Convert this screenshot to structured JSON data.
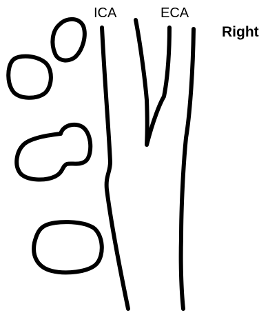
{
  "labels": {
    "ica": "ICA",
    "eca": "ECA",
    "side": "Right"
  },
  "colors": {
    "stroke": "#000000",
    "background": "#ffffff"
  }
}
